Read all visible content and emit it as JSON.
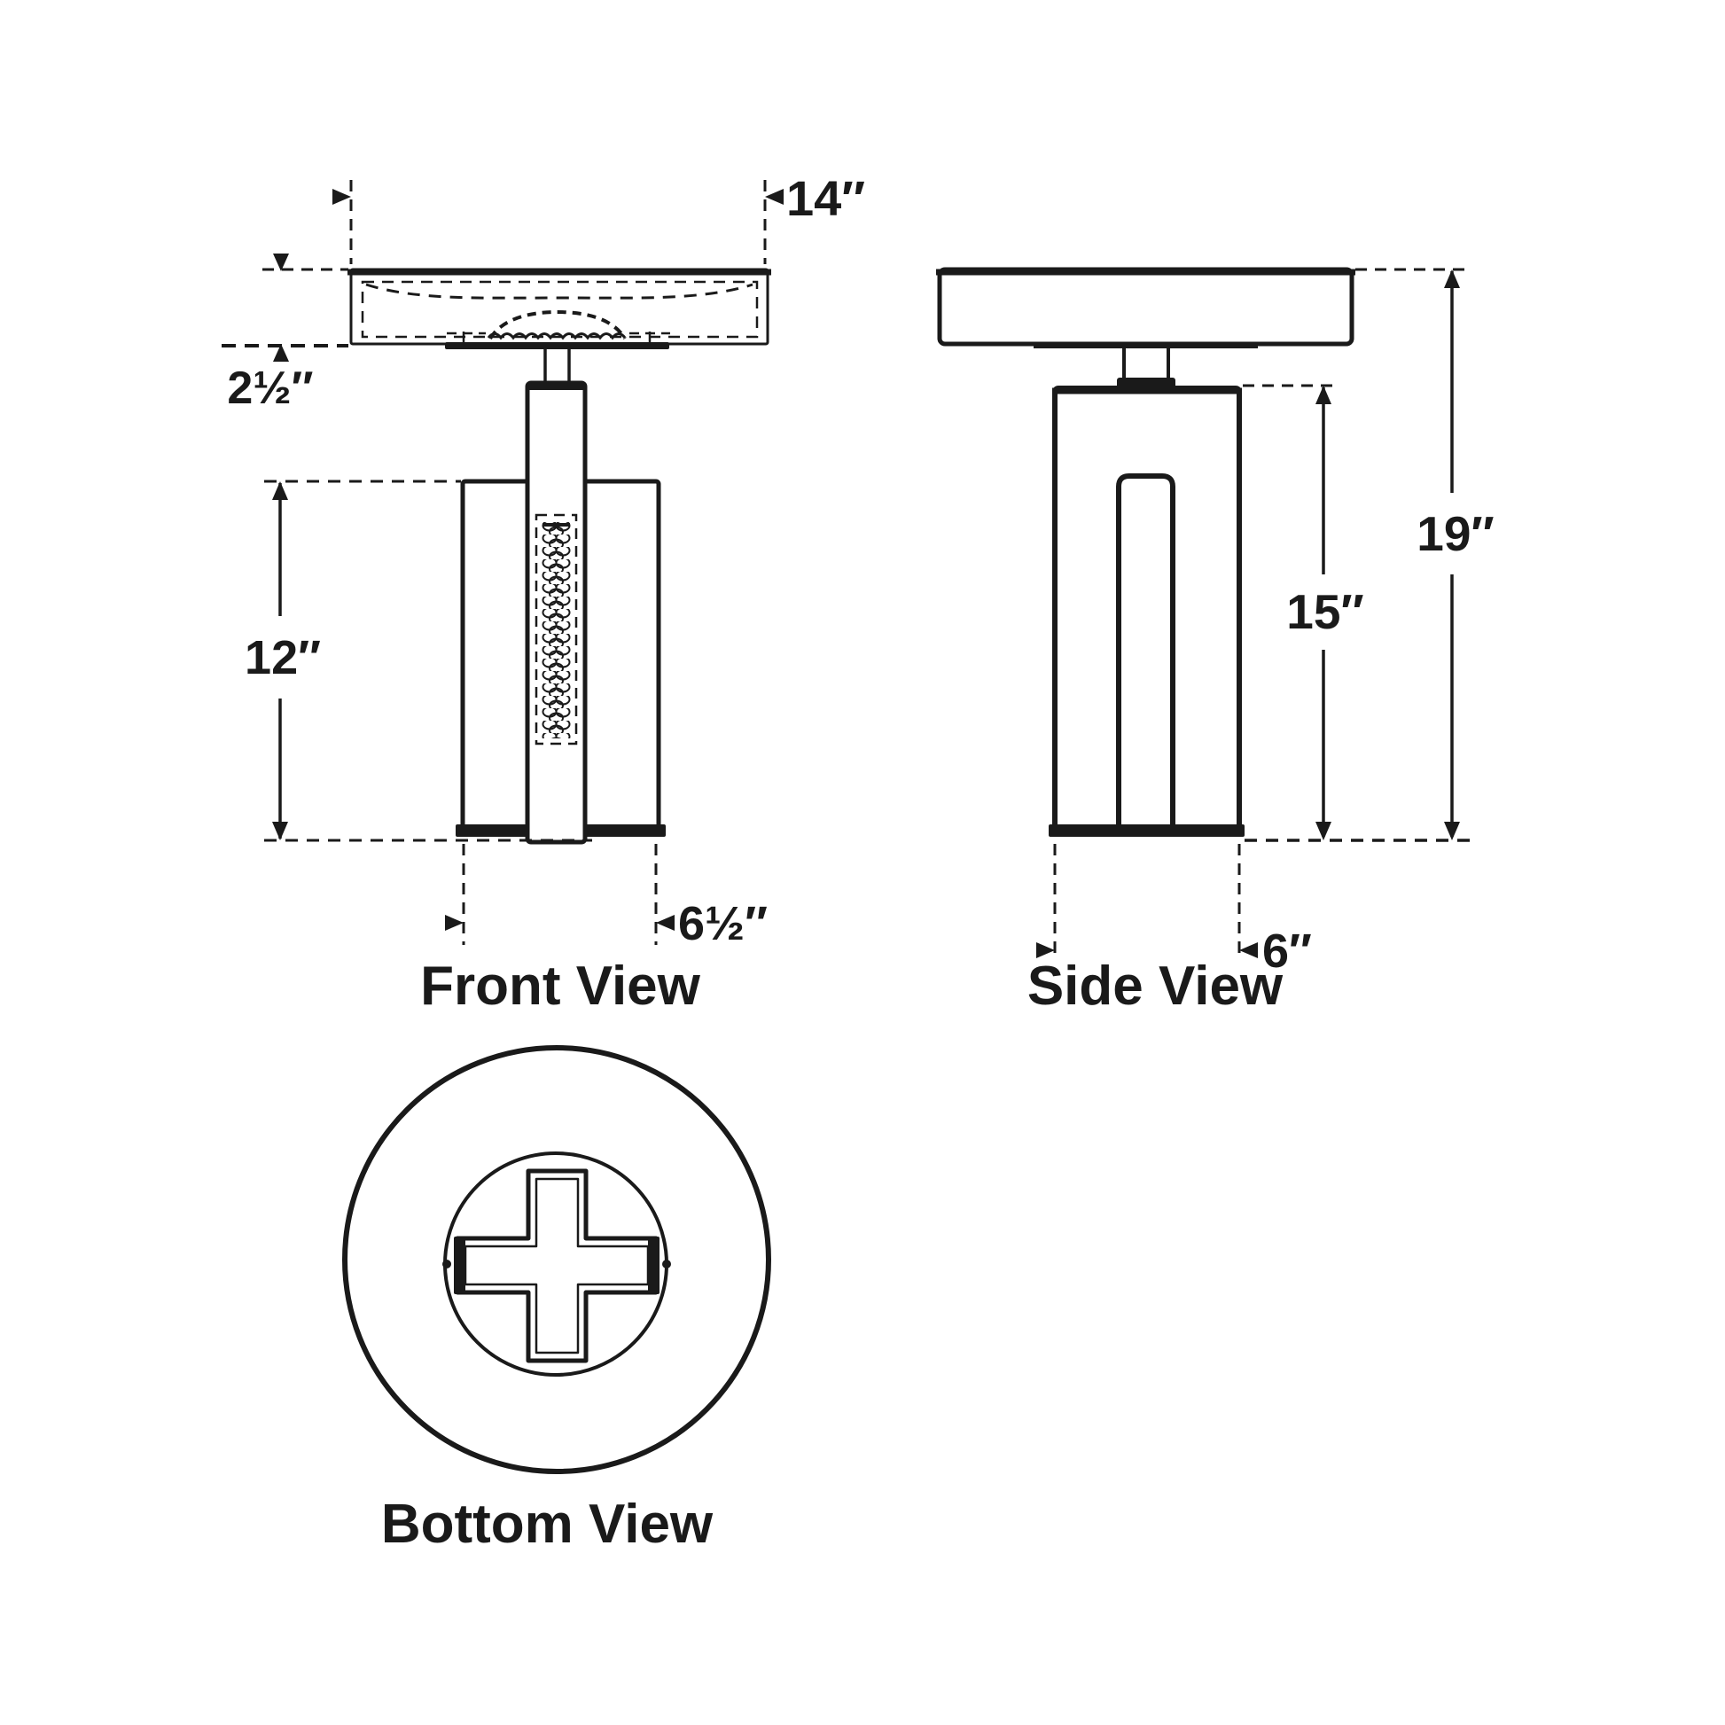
{
  "colors": {
    "line": "#1a1a1a",
    "background": "#ffffff"
  },
  "front_view": {
    "caption": "Front View",
    "dims": {
      "tray_width": "14″",
      "tray_height": "2½″",
      "body_height": "12″",
      "body_width": "6½″"
    }
  },
  "side_view": {
    "caption": "Side View",
    "dims": {
      "overall_height": "19″",
      "body_height": "15″",
      "body_width": "6″"
    }
  },
  "bottom_view": {
    "caption": "Bottom View"
  }
}
